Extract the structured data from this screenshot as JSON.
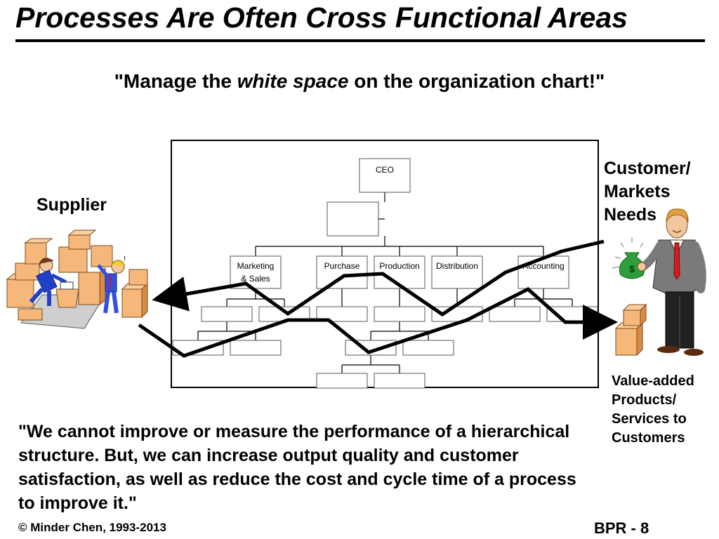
{
  "slide": {
    "title": "Processes Are Often Cross Functional Areas",
    "subtitle": {
      "before": "\"Manage the ",
      "emph": "white space",
      "after": " on the organization chart!\""
    },
    "supplier_label": "Supplier",
    "customer_label": [
      "Customer/",
      "Markets",
      "Needs"
    ],
    "value_label": [
      "Value-added",
      "Products/",
      "Services to",
      "Customers"
    ],
    "quote": "\"We cannot improve or measure the performance of a hierarchical structure.  But, we can increase output quality and customer satisfaction, as well as reduce the cost and cycle time of a process to improve it.\"",
    "footer_left": "© Minder Chen, 1993-2013",
    "footer_right": "BPR - 8"
  },
  "org_chart": {
    "ceo": "CEO",
    "departments": [
      {
        "lines": [
          "Marketing",
          "& Sales"
        ]
      },
      {
        "lines": [
          "Purchase"
        ]
      },
      {
        "lines": [
          "Production"
        ]
      },
      {
        "lines": [
          "Distribution"
        ]
      },
      {
        "lines": [
          "Accounting"
        ]
      }
    ]
  },
  "icons": {
    "supplier_illustration": "supplier-workers-with-boxes-icon",
    "customer_illustration": "businessman-with-money-bag-icon",
    "product_boxes": "stacked-boxes-icon"
  },
  "colors": {
    "box_fill": "#f5b87a",
    "box_shade": "#d98b45",
    "money_bag": "#2e9e3a",
    "accent_red": "#d21e1e"
  }
}
